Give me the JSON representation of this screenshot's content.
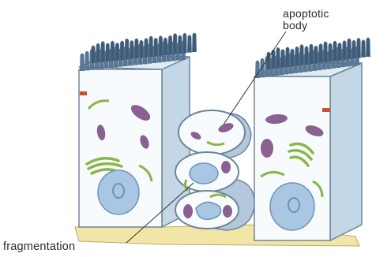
{
  "labels": {
    "apoptotic_line1": "apoptotic",
    "apoptotic_line2": "body",
    "fragmentation": "fragmentation"
  },
  "colors": {
    "cell_face": "#f7fbfd",
    "cell_side": "#c4d7e6",
    "cell_top": "#e0ecf4",
    "microvilli": "#4d6a86",
    "nucleus": "#a9c6e3",
    "nucleolus": "#6e93b9",
    "mitochondria": "#8a6190",
    "golgi": "#8ab54a",
    "junction": "#d14b2c",
    "basement": "#f1e6a6",
    "apoptotic_body": "#b4c8dc"
  }
}
